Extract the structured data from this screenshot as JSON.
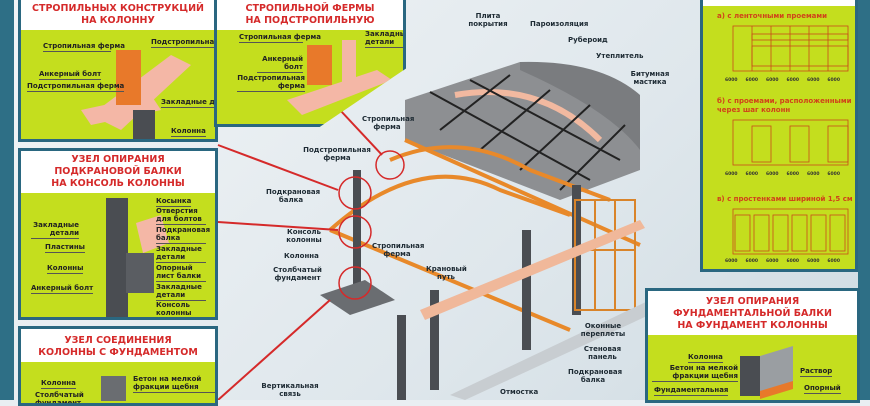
{
  "panels": {
    "truss_to_column": {
      "title": [
        "СТРОПИЛЬНЫХ КОНСТРУКЦИЙ",
        "НА КОЛОННУ"
      ],
      "labels": [
        "Стропильная ферма",
        "Подстропильная ферма",
        "Анкерный болт",
        "Подстропильная ферма",
        "Закладные детали",
        "Колонна"
      ]
    },
    "truss_to_subtruss": {
      "title": [
        "СТРОПИЛЬНОЙ ФЕРМЫ",
        "НА ПОДСТРОПИЛЬНУЮ"
      ],
      "labels": [
        "Стропильная ферма",
        "Закладные детали",
        "Анкерный болт",
        "Подстропильная ферма"
      ]
    },
    "crane_beam": {
      "title": [
        "УЗЕЛ ОПИРАНИЯ",
        "ПОДКРАНОВОЙ БАЛКИ",
        "НА КОНСОЛЬ КОЛОННЫ"
      ],
      "labels_left": [
        "Закладные детали",
        "Пластины",
        "Колонны",
        "Анкерный болт"
      ],
      "labels_right": [
        "Косынка",
        "Отверстия для болтов",
        "Подкрановая балка",
        "Закладные детали",
        "Опорный лист балки",
        "Закладные детали",
        "Консоль колонны"
      ]
    },
    "column_foundation": {
      "title": [
        "УЗЕЛ СОЕДИНЕНИЯ",
        "КОЛОННЫ С ФУНДАМЕНТОМ"
      ],
      "labels": [
        "Колонна",
        "Бетон на мелкой фракции щебня",
        "Столбчатый фундамент"
      ]
    },
    "wall_variants": {
      "variants": [
        "а) с ленточными проемами",
        "б) с проемами, расположенными через шаг колонн",
        "в) с простенками шириной 1,5 см"
      ],
      "dimension": "6000"
    },
    "foundation_beam": {
      "title": [
        "УЗЕЛ ОПИРАНИЯ",
        "ФУНДАМЕНТАЛЬНОЙ БАЛКИ",
        "НА ФУНДАМЕНТ КОЛОННЫ"
      ],
      "labels": [
        "Колонна",
        "Бетон на мелкой фракции щебня",
        "Фундаментальная",
        "Раствор",
        "Опорный"
      ]
    }
  },
  "main": {
    "labels": {
      "plate": "Плита покрытия",
      "vapor": "Пароизоляция",
      "ruberoid": "Рубероид",
      "insulation": "Утеплитель",
      "mastic": "Битумная мастика",
      "truss_top": "Стропильная ферма",
      "subtruss": "Подстропильная ферма",
      "crane_beam": "Подкрановая балка",
      "console": "Консоль колонны",
      "column": "Колонна",
      "foundation": "Столбчатый фундамент",
      "truss_mid": "Стропильная ферма",
      "crane_way": "Крановый путь",
      "windows": "Оконные переплеты",
      "wall_panel": "Стеновая панель",
      "crane_beam2": "Подкрановая балка",
      "blind_area": "Отмостка",
      "brace": "Вертикальная связь"
    }
  },
  "colors": {
    "panel": "#c4de1e",
    "title": "#d52a2a",
    "frame": "#2a6780",
    "truss": "#e8892a"
  }
}
